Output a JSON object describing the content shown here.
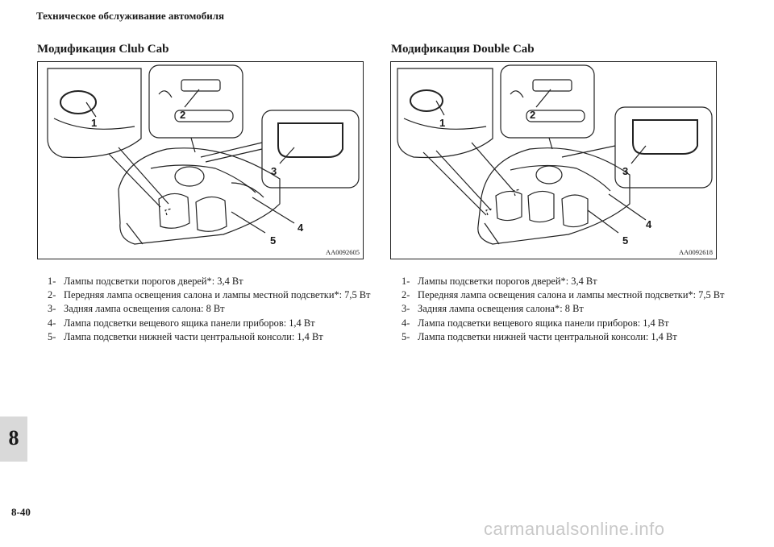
{
  "header": {
    "title": "Техническое обслуживание автомобиля"
  },
  "sections": [
    {
      "title": "Модификация Club Cab",
      "figure_code": "AA0092605",
      "callouts": [
        "1",
        "2",
        "3",
        "4",
        "5"
      ],
      "items": [
        {
          "num": "1-",
          "text": "Лампы подсветки порогов дверей*: 3,4 Вт"
        },
        {
          "num": "2-",
          "text": "Передняя лампа освещения салона и лампы местной подсветки*: 7,5 Вт"
        },
        {
          "num": "3-",
          "text": "Задняя лампа освещения салона: 8 Вт"
        },
        {
          "num": "4-",
          "text": "Лампа подсветки вещевого ящика панели приборов: 1,4 Вт"
        },
        {
          "num": "5-",
          "text": "Лампа подсветки нижней части центральной консоли: 1,4 Вт"
        }
      ]
    },
    {
      "title": "Модификация Double Cab",
      "figure_code": "AA0092618",
      "callouts": [
        "1",
        "2",
        "3",
        "4",
        "5"
      ],
      "items": [
        {
          "num": "1-",
          "text": "Лампы подсветки порогов дверей*: 3,4 Вт"
        },
        {
          "num": "2-",
          "text": "Передняя лампа освещения салона и лампы местной подсветки*: 7,5 Вт"
        },
        {
          "num": "3-",
          "text": "Задняя лампа освещения салона*: 8 Вт"
        },
        {
          "num": "4-",
          "text": "Лампа подсветки вещевого ящика панели приборов: 1,4 Вт"
        },
        {
          "num": "5-",
          "text": "Лампа подсветки нижней части центральной консоли: 1,4 Вт"
        }
      ]
    }
  ],
  "chapter": "8",
  "page_number": "8-40",
  "watermark": "carmanualsonline.info"
}
